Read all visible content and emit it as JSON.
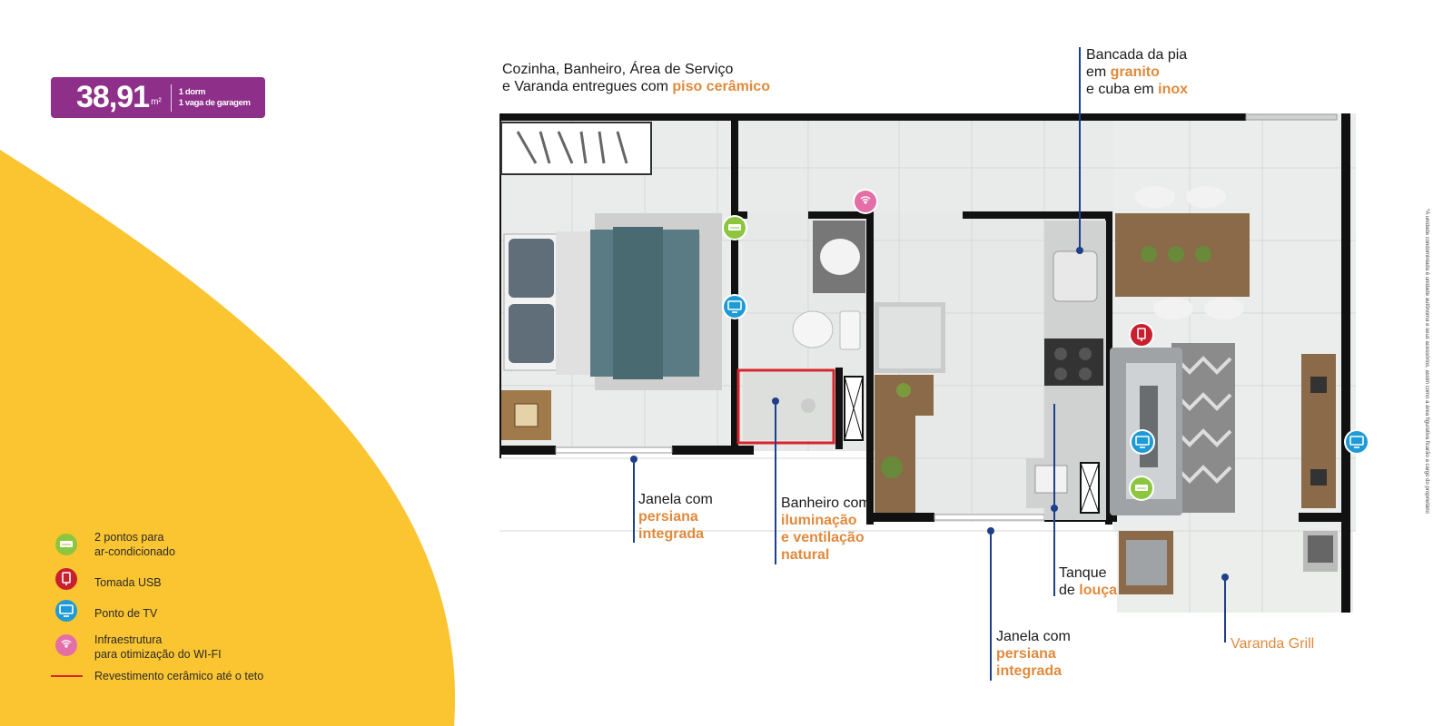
{
  "area_badge": {
    "area": "38,91",
    "unit": "m²",
    "bedrooms": "1 dorm",
    "parking": "1 vaga de garagem"
  },
  "callouts": {
    "floor": {
      "line1": "Cozinha, Banheiro, Área de Serviço",
      "line2_pre": "e Varanda entregues com ",
      "line2_hl": "piso cerâmico"
    },
    "counter": {
      "line1": "Bancada da pia",
      "line2_pre": "em ",
      "line2_hl": "granito",
      "line3_pre": "e cuba em ",
      "line3_hl": "inox"
    },
    "window_bedroom": {
      "line1": "Janela com",
      "line2_hl": "persiana",
      "line3_hl": "integrada"
    },
    "bathroom": {
      "line1": "Banheiro com",
      "line2_hl": "iluminação",
      "line3_hl": "e ventilação",
      "line4_hl": "natural"
    },
    "tank": {
      "line1": "Tanque",
      "line2_pre": "de ",
      "line2_hl": "louça"
    },
    "window_living": {
      "line1": "Janela com",
      "line2_hl": "persiana",
      "line3_hl": "integrada"
    },
    "balcony": {
      "label": "Varanda Grill"
    }
  },
  "legend": [
    {
      "icon": "air-conditioner-icon",
      "color": "#8cc63f",
      "text1": "2 pontos para",
      "text2": "ar-condicionado"
    },
    {
      "icon": "usb-outlet-icon",
      "color": "#c8202f",
      "text1": "Tomada USB",
      "text2": ""
    },
    {
      "icon": "tv-point-icon",
      "color": "#1e9ad6",
      "text1": "Ponto de TV",
      "text2": ""
    },
    {
      "icon": "wifi-icon",
      "color": "#e46fa6",
      "text1": "Infraestrutura",
      "text2": "para otimização do WI-FI"
    },
    {
      "icon": "red-line-icon",
      "color": "#d7252b",
      "text1": "Revestimento cerâmico até o teto",
      "text2": ""
    }
  ],
  "disclaimer": "*A unidade condominiada é unidade autônoma e seus acessórios, assim como a área figurativa ficarão a cargo do proprietário",
  "colors": {
    "purple": "#8e2f8a",
    "yellow": "#fbc531",
    "orange": "#e08a3c",
    "navy": "#1f3f8a",
    "wall": "#111111",
    "floor": "#e9ecea"
  }
}
